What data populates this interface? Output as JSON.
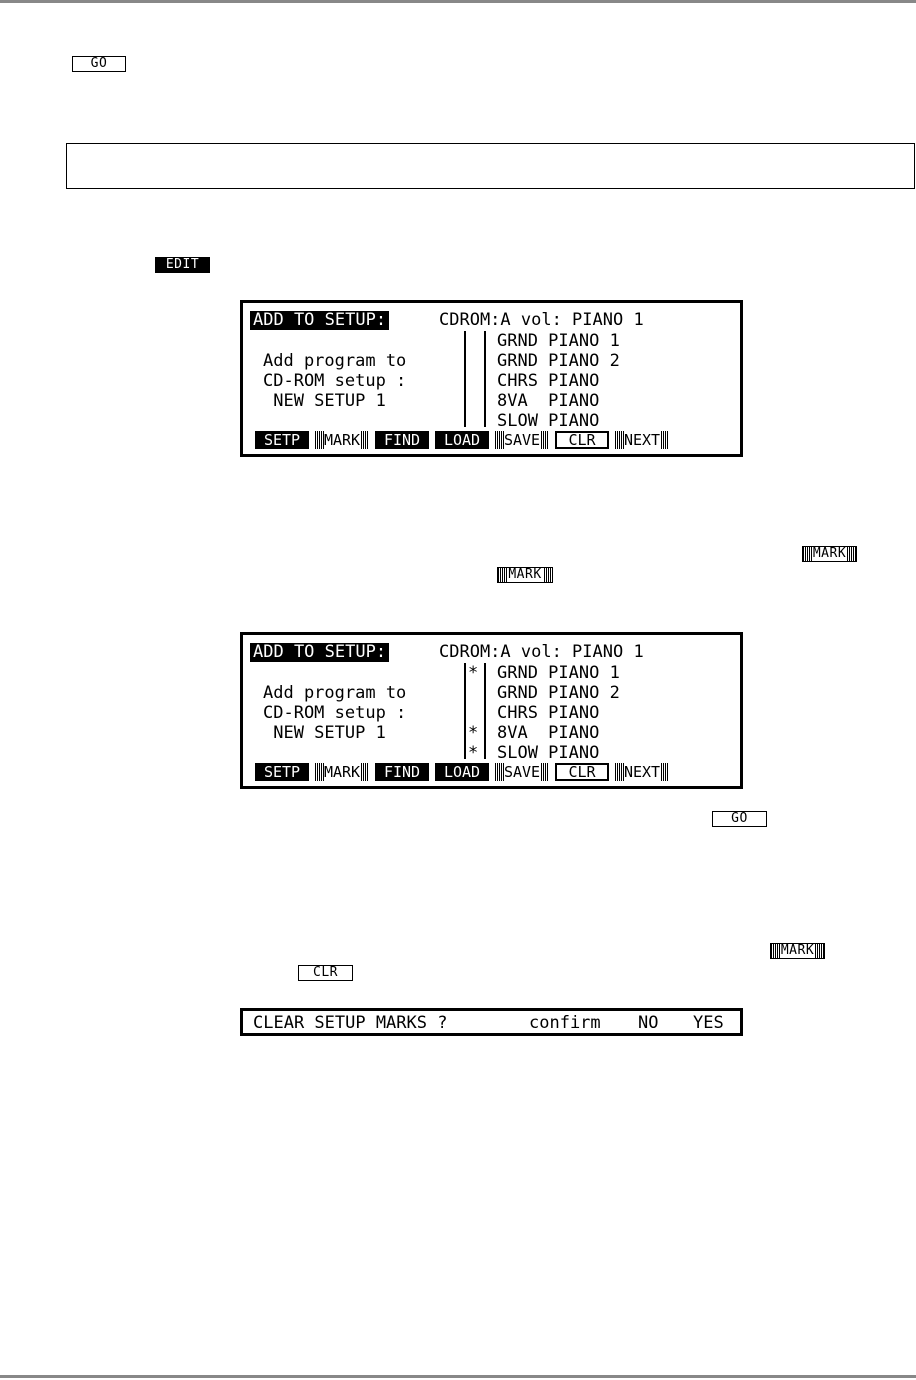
{
  "inline_keys": {
    "go_1": "GO",
    "edit": "EDIT",
    "mark_1": "MARK",
    "mark_2": "MARK",
    "go_2": "GO",
    "mark_3": "MARK",
    "clr": "CLR"
  },
  "screen1": {
    "title": "ADD TO SETUP",
    "title_colon": ":",
    "source": "CDROM:A vol: PIANO 1",
    "left_lines": [
      "Add program to",
      "CD-ROM setup :",
      " NEW SETUP 1"
    ],
    "programs": [
      "GRND PIANO 1",
      "GRND PIANO 2",
      "CHRS PIANO",
      "8VA  PIANO",
      "SLOW PIANO"
    ],
    "marks": [
      "",
      "",
      "",
      "",
      ""
    ],
    "softkeys": [
      "SETP",
      "MARK",
      "FIND",
      "LOAD",
      "SAVE",
      "CLR",
      "NEXT"
    ]
  },
  "screen2": {
    "title": "ADD TO SETUP",
    "title_colon": ":",
    "source": "CDROM:A vol: PIANO 1",
    "left_lines": [
      "Add program to",
      "CD-ROM setup :",
      " NEW SETUP 1"
    ],
    "programs": [
      "GRND PIANO 1",
      "GRND PIANO 2",
      "CHRS PIANO",
      "8VA  PIANO",
      "SLOW PIANO"
    ],
    "marks": [
      "*",
      "",
      "",
      "*",
      "*"
    ],
    "softkeys": [
      "SETP",
      "MARK",
      "FIND",
      "LOAD",
      "SAVE",
      "CLR",
      "NEXT"
    ]
  },
  "confirm_screen": {
    "prompt": "CLEAR SETUP MARKS ?",
    "label": "confirm",
    "no": "NO",
    "yes": "YES"
  }
}
